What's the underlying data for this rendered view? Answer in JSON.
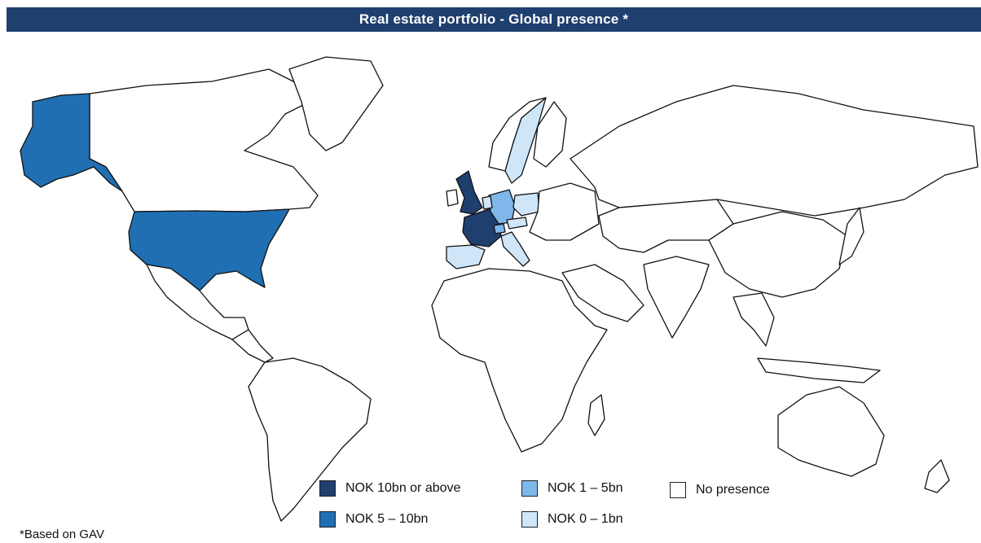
{
  "title": "Real estate portfolio - Global presence *",
  "footnote": "*Based on GAV",
  "legend": [
    {
      "label": "NOK 10bn or above",
      "color": "#1f3f6e"
    },
    {
      "label": "NOK 5 – 10bn",
      "color": "#1f6fb2"
    },
    {
      "label": "NOK 1 – 5bn",
      "color": "#7fb7ea"
    },
    {
      "label": "NOK 0 – 1bn",
      "color": "#cfe6f8"
    },
    {
      "label": "No presence",
      "color": "#ffffff"
    }
  ],
  "regions": [
    {
      "name": "Alaska",
      "tier": "NOK 5 – 10bn"
    },
    {
      "name": "United States",
      "tier": "NOK 5 – 10bn"
    },
    {
      "name": "United Kingdom",
      "tier": "NOK 10bn or above"
    },
    {
      "name": "France",
      "tier": "NOK 10bn or above"
    },
    {
      "name": "Germany",
      "tier": "NOK 1 – 5bn"
    },
    {
      "name": "Switzerland",
      "tier": "NOK 1 – 5bn"
    },
    {
      "name": "Sweden",
      "tier": "NOK 0 – 1bn"
    },
    {
      "name": "Spain",
      "tier": "NOK 0 – 1bn"
    },
    {
      "name": "Italy",
      "tier": "NOK 0 – 1bn"
    },
    {
      "name": "Poland",
      "tier": "NOK 0 – 1bn"
    },
    {
      "name": "Netherlands",
      "tier": "NOK 0 – 1bn"
    },
    {
      "name": "Austria",
      "tier": "NOK 0 – 1bn"
    }
  ]
}
